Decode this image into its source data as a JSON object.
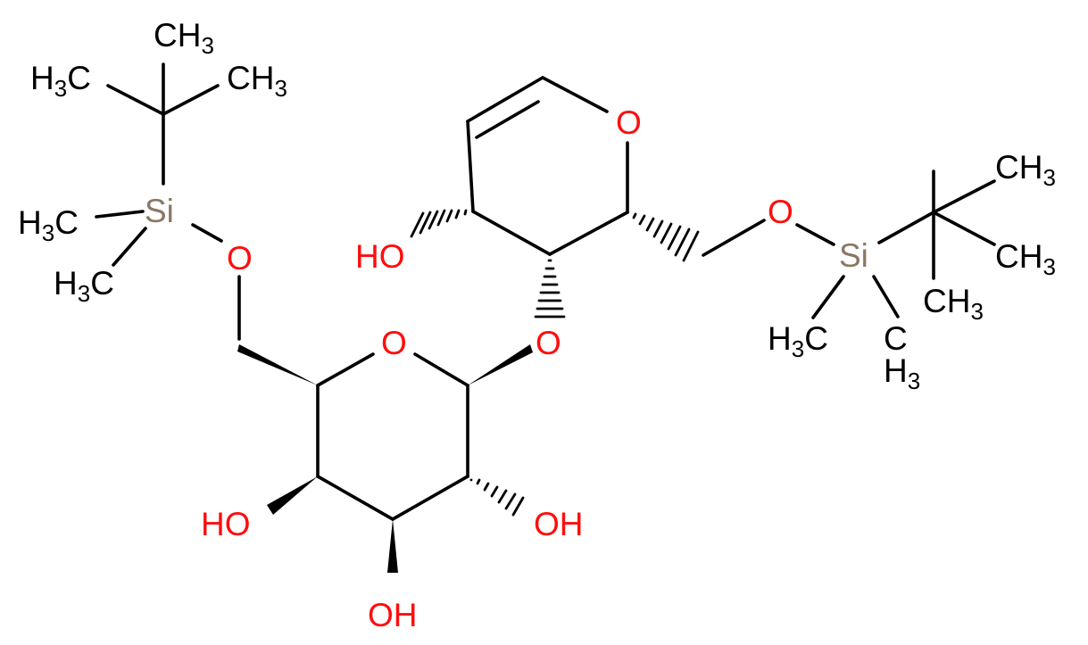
{
  "colors": {
    "carbon": "#000000",
    "oxygen": "#ff0d0d",
    "silicon": "#8a7865",
    "background": "#ffffff"
  },
  "labels": {
    "ch3": "CH",
    "h3c": "H",
    "c_after_h3": "C",
    "three": "3",
    "si": "Si",
    "o": "O",
    "ho": "HO",
    "oh": "OH"
  }
}
